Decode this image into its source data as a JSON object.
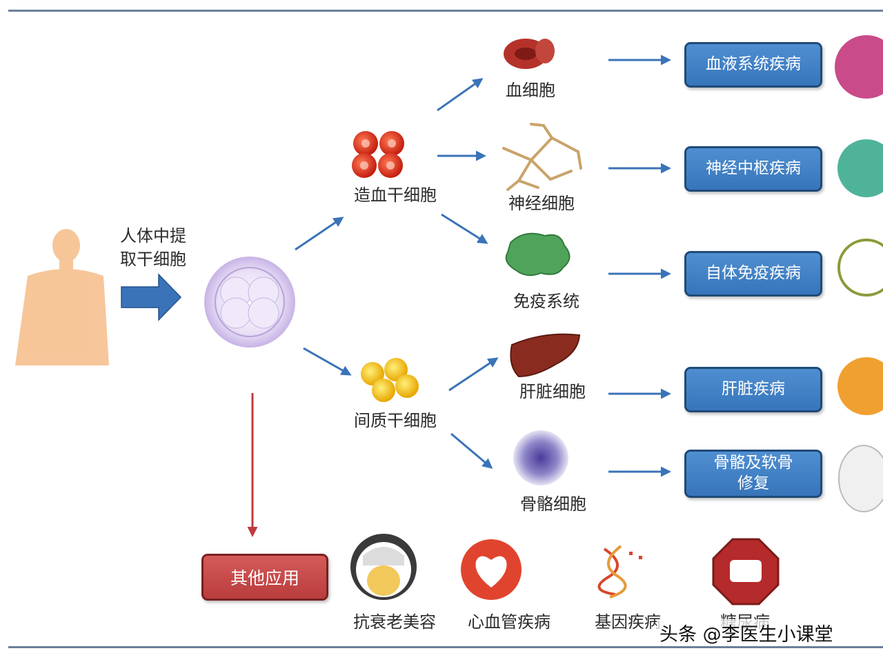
{
  "source": {
    "label_line1": "人体中提",
    "label_line2": "取干细胞"
  },
  "stem_cells": {
    "hematopoietic": "造血干细胞",
    "mesenchymal": "间质干细胞"
  },
  "cell_types": [
    {
      "name": "血细胞",
      "disease": "血液系统疾病"
    },
    {
      "name": "神经细胞",
      "disease": "神经中枢疾病"
    },
    {
      "name": "免疫系统",
      "disease": "自体免疫疾病"
    },
    {
      "name": "肝脏细胞",
      "disease": "肝脏疾病"
    },
    {
      "name": "骨骼细胞",
      "disease": "骨骼及软骨\n修复"
    }
  ],
  "other": {
    "box_label": "其他应用",
    "items": [
      "抗衰老美容",
      "心血管疾病",
      "基因疾病",
      "糖尿病"
    ]
  },
  "watermark": "头条 @李医生小课堂",
  "colors": {
    "arrow_blue": "#3a73b8",
    "arrow_red": "#c0393b",
    "box_blue": "#3c7cc2",
    "box_red": "#c94a4a",
    "body_peach": "#f6c08f",
    "rule": "#6b7f99"
  },
  "icons": [
    "human-silhouette-icon",
    "embryo-cell-icon",
    "red-cells-icon",
    "yellow-cells-icon",
    "blood-cell-icon",
    "neuron-icon",
    "immune-cell-icon",
    "liver-icon",
    "bone-cell-icon",
    "face-mask-icon",
    "heart-icon",
    "dna-icon",
    "stop-sign-icon"
  ]
}
